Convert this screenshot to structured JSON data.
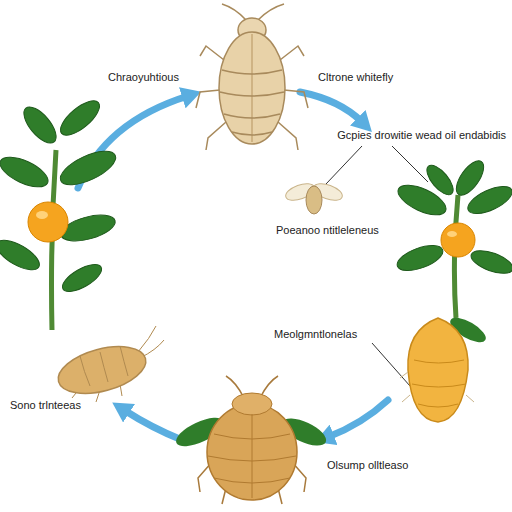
{
  "diagram": {
    "labels": [
      "Chraoyuhtious",
      "Cltrone whitefly",
      "Gcpies drowitie wead oil endabidis",
      "Poeanoo ntitleleneus",
      "Meolgmntlonelas",
      "Sono trlnteeas",
      "Olsump olltleaso"
    ]
  }
}
